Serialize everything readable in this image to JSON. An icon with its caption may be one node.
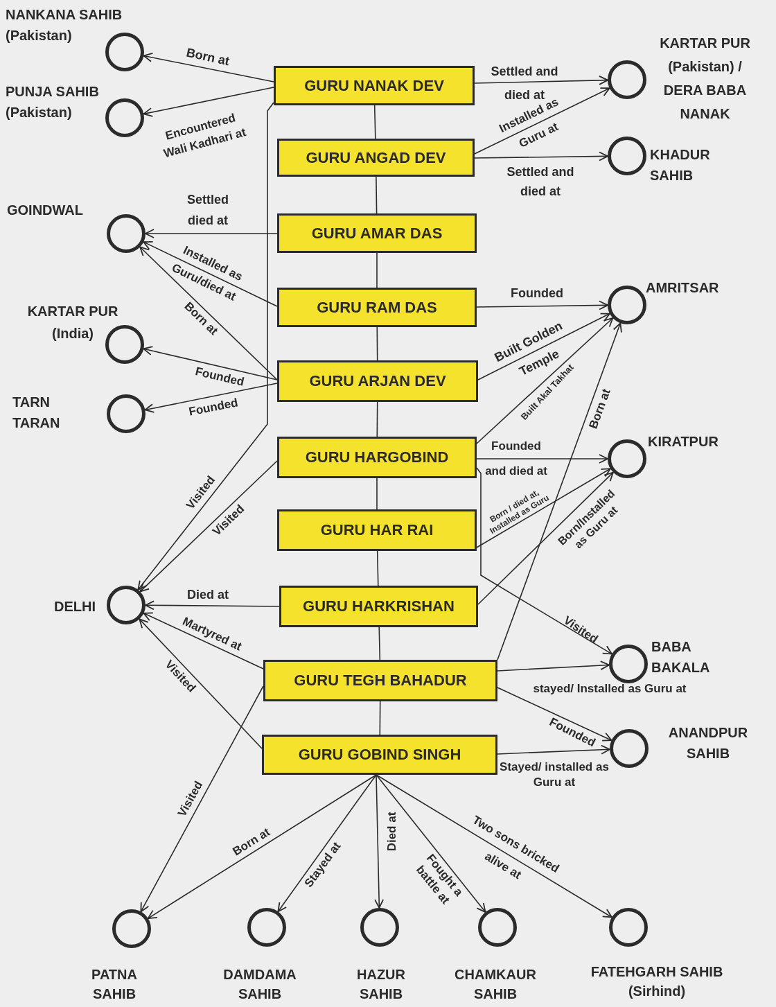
{
  "diagram": {
    "nodes": [
      {
        "text": [
          "GURU NANAK DEV"
        ]
      },
      {
        "text": [
          "GURU ANGAD DEV"
        ]
      },
      {
        "text": [
          "GURU AMAR DAS"
        ]
      },
      {
        "text": [
          "GURU RAM DAS"
        ]
      },
      {
        "text": [
          "GURU ARJAN DEV"
        ]
      },
      {
        "text": [
          "GURU HARGOBIND"
        ]
      },
      {
        "text": [
          "GURU HAR RAI"
        ]
      },
      {
        "text": [
          "GURU HARKRISHAN"
        ]
      },
      {
        "text": [
          "GURU TEGH BAHADUR"
        ]
      },
      {
        "text": [
          "GURU GOBIND SINGH"
        ]
      },
      {
        "text": [],
        "shape": "circle",
        "beside": [
          "NANKANA SAHIB (Pakistan)"
        ]
      },
      {
        "text": [],
        "shape": "circle",
        "beside": [
          "PUNJA SAHIB (Pakistan)"
        ]
      },
      {
        "text": [],
        "shape": "circle",
        "beside": [
          "KARTAR PUR (Pakistan) / DERA BABA NANAK"
        ]
      },
      {
        "text": [],
        "shape": "circle",
        "beside": [
          "KHADUR SAHIB"
        ]
      },
      {
        "text": [],
        "shape": "circle",
        "beside": [
          "GOINDWAL"
        ]
      },
      {
        "text": [],
        "shape": "circle",
        "beside": [
          "KARTAR PUR (India)"
        ]
      },
      {
        "text": [],
        "shape": "circle",
        "beside": [
          "TARN TARAN"
        ]
      },
      {
        "text": [],
        "shape": "circle",
        "beside": [
          "AMRITSAR"
        ]
      },
      {
        "text": [],
        "shape": "circle",
        "beside": [
          "KIRATPUR"
        ]
      },
      {
        "text": [],
        "shape": "circle",
        "beside": [
          "DELHI"
        ]
      },
      {
        "text": [],
        "shape": "circle",
        "beside": [
          "BABA BAKALA"
        ]
      },
      {
        "text": [],
        "shape": "circle",
        "beside": [
          "ANANDPUR SAHIB"
        ]
      },
      {
        "text": [],
        "shape": "circle",
        "beside": [
          "PATNA SAHIB"
        ]
      },
      {
        "text": [],
        "shape": "circle",
        "beside": [
          "DAMDAMA SAHIB"
        ]
      },
      {
        "text": [],
        "shape": "circle",
        "beside": [
          "HAZUR SAHIB"
        ]
      },
      {
        "text": [],
        "shape": "circle",
        "beside": [
          "CHAMKAUR SAHIB"
        ]
      },
      {
        "text": [],
        "shape": "circle",
        "beside": [
          "FATEHGARH SAHIB (Sirhind)"
        ]
      }
    ],
    "edges": [
      {
        "from": 0,
        "to": 1,
        "arrow": "none"
      },
      {
        "from": 1,
        "to": 2,
        "arrow": "none"
      },
      {
        "from": 2,
        "to": 3,
        "arrow": "none"
      },
      {
        "from": 3,
        "to": 4,
        "arrow": "none"
      },
      {
        "from": 4,
        "to": 5,
        "arrow": "none"
      },
      {
        "from": 5,
        "to": 6,
        "arrow": "none"
      },
      {
        "from": 6,
        "to": 7,
        "arrow": "none"
      },
      {
        "from": 7,
        "to": 8,
        "arrow": "none"
      },
      {
        "from": 8,
        "to": 9,
        "arrow": "none"
      },
      {
        "from": 0,
        "to": 10,
        "arrow": "to",
        "label": "Born at"
      },
      {
        "from": 0,
        "to": 11,
        "arrow": "to",
        "label": "Encountered Wali Kadhari at"
      },
      {
        "from": 0,
        "to": 12,
        "arrow": "to",
        "label": "Settled and died at"
      },
      {
        "from": 1,
        "to": 12,
        "arrow": "to",
        "label": "Installed as Guru at"
      },
      {
        "from": 1,
        "to": 13,
        "arrow": "to",
        "label": "Settled and died at"
      },
      {
        "from": 2,
        "to": 14,
        "arrow": "to",
        "label": "Settled died at"
      },
      {
        "from": 3,
        "to": 14,
        "arrow": "to",
        "label": "Installed as Guru/died at"
      },
      {
        "from": 4,
        "to": 14,
        "arrow": "to",
        "label": "Born at"
      },
      {
        "from": 0,
        "to": 19,
        "arrow": "to",
        "label": "Visited"
      },
      {
        "from": 4,
        "to": 15,
        "arrow": "to",
        "label": "Founded"
      },
      {
        "from": 4,
        "to": 16,
        "arrow": "to",
        "label": "Founded"
      },
      {
        "from": 3,
        "to": 17,
        "arrow": "to",
        "label": "Founded"
      },
      {
        "from": 4,
        "to": 17,
        "arrow": "to",
        "label": "Built Golden Temple"
      },
      {
        "from": 5,
        "to": 17,
        "arrow": "to",
        "label": "Built Akal Takhat"
      },
      {
        "from": 8,
        "to": 17,
        "arrow": "to",
        "label": "Born at"
      },
      {
        "from": 5,
        "to": 18,
        "arrow": "to",
        "label": "Founded and died at"
      },
      {
        "from": 6,
        "to": 18,
        "arrow": "to",
        "label": "Born / died at, Installed as Guru"
      },
      {
        "from": 7,
        "to": 18,
        "arrow": "to",
        "label": "Born/Installed as Guru at"
      },
      {
        "from": 5,
        "to": 19,
        "arrow": "to",
        "label": "Visited"
      },
      {
        "from": 5,
        "to": 20,
        "arrow": "to",
        "label": "Visited"
      },
      {
        "from": 7,
        "to": 19,
        "arrow": "to",
        "label": "Died at"
      },
      {
        "from": 8,
        "to": 19,
        "arrow": "to",
        "label": "Martyred at"
      },
      {
        "from": 9,
        "to": 19,
        "arrow": "to",
        "label": "Visited"
      },
      {
        "from": 8,
        "to": 22,
        "arrow": "to",
        "label": "Visited"
      },
      {
        "from": 8,
        "to": 20,
        "arrow": "to",
        "label": "stayed/ Installed as Guru at"
      },
      {
        "from": 8,
        "to": 21,
        "arrow": "to",
        "label": "Founded"
      },
      {
        "from": 9,
        "to": 21,
        "arrow": "to",
        "label": "Stayed/ installed as Guru at"
      },
      {
        "from": 9,
        "to": 22,
        "arrow": "to",
        "label": "Born at"
      },
      {
        "from": 9,
        "to": 23,
        "arrow": "to",
        "label": "Stayed at"
      },
      {
        "from": 9,
        "to": 24,
        "arrow": "to",
        "label": "Died at"
      },
      {
        "from": 9,
        "to": 25,
        "arrow": "to",
        "label": "Fought a battle at"
      },
      {
        "from": 9,
        "to": 26,
        "arrow": "to",
        "label": "Two sons bricked alive at"
      }
    ]
  }
}
